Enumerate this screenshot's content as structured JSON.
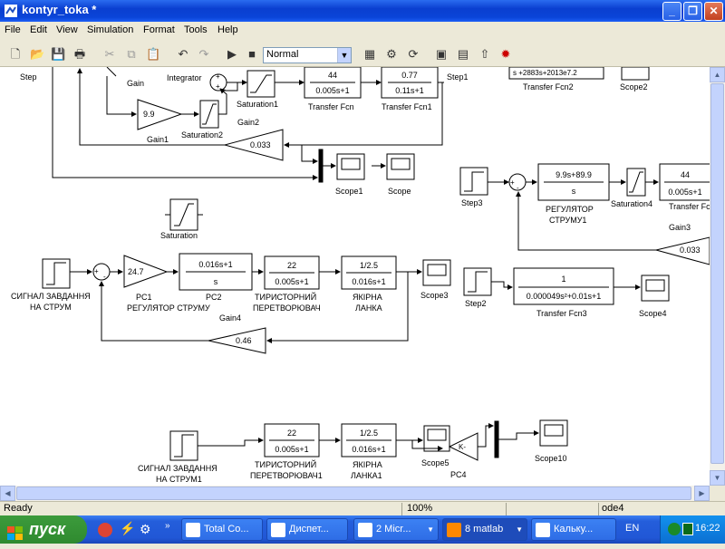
{
  "window": {
    "title": "kontyr_toka *"
  },
  "menu": [
    "File",
    "Edit",
    "View",
    "Simulation",
    "Format",
    "Tools",
    "Help"
  ],
  "toolbar": {
    "sim_mode": "Normal"
  },
  "blocks": {
    "step": "Step",
    "gain": "Gain",
    "integrator": "Integrator",
    "saturation1": "Saturation1",
    "tf_num": "44",
    "tf_den": "0.005s+1",
    "transfer_fcn": "Transfer Fcn",
    "tf1_num": "0.77",
    "tf1_den": "0.11s+1",
    "transfer_fcn1": "Transfer Fcn1",
    "step1": "Step1",
    "transfer_fcn2": "Transfer Fcn2",
    "tf2_partial": "s +2883s+2013e7.2",
    "scope2": "Scope2",
    "gain1_val": "9.9",
    "gain1": "Gain1",
    "gain2": "Gain2",
    "saturation2": "Saturation2",
    "gain_back_val": "0.033",
    "scope1": "Scope1",
    "scope": "Scope",
    "step3": "Step3",
    "pi_num": "9.9s+89.9",
    "pi_den": "s",
    "reg_line1": "РЕГУЛЯТОР",
    "reg_line2": "СТРУМУ1",
    "saturation4": "Saturation4",
    "tf_r_num": "44",
    "tf_r_den": "0.005s+1",
    "tf_r_label": "Transfer Fcn",
    "gain3": "Gain3",
    "gain3_val": "0.033",
    "saturation": "Saturation",
    "sig1": "СИГНАЛ ЗАВДАННЯ",
    "sig2": "НА СТРУМ",
    "gain_pc_val": "24.7",
    "pc1": "PC1",
    "pc1_desc": "РЕГУЛЯТОР СТРУМУ",
    "pc2_num": "0.016s+1",
    "pc2_den": "s",
    "pc2": "PC2",
    "thyr_num": "22",
    "thyr_den": "0.005s+1",
    "thyr1": "ТИРИСТОРНИЙ",
    "thyr2": "ПЕРЕТВОРЮВАЧ",
    "anch_num": "1/2.5",
    "anch_den": "0.016s+1",
    "anch1": "ЯКІРНА",
    "anch2": "ЛАНКА",
    "scope3": "Scope3",
    "gain4": "Gain4",
    "gain4_val": "0.46",
    "step2": "Step2",
    "tf3_num": "1",
    "tf3_den": "0.000049s²+0.01s+1",
    "transfer_fcn3": "Transfer Fcn3",
    "scope4": "Scope4",
    "sig1b": "СИГНАЛ ЗАВДАННЯ",
    "sig2b": "НА СТРУМ1",
    "thyr_b1": "ТИРИСТОРНИЙ",
    "thyr_b2": "ПЕРЕТВОРЮВАЧ1",
    "anch_b1": "ЯКІРНА",
    "anch_b2": "ЛАНКА1",
    "scope5": "Scope5",
    "pc4": "PC4",
    "pc4_val": "K-",
    "scope10": "Scope10",
    "sum_sign": "+",
    "sub_sign": "-"
  },
  "status": {
    "left": "Ready",
    "zoom": "100%",
    "solver": "ode4"
  },
  "taskbar": {
    "start": "пуск",
    "items": [
      "Total Co...",
      "Диспет...",
      "2 Micr...",
      "8 matlab",
      "Кальку..."
    ],
    "lang": "EN",
    "clock": "16:22"
  }
}
